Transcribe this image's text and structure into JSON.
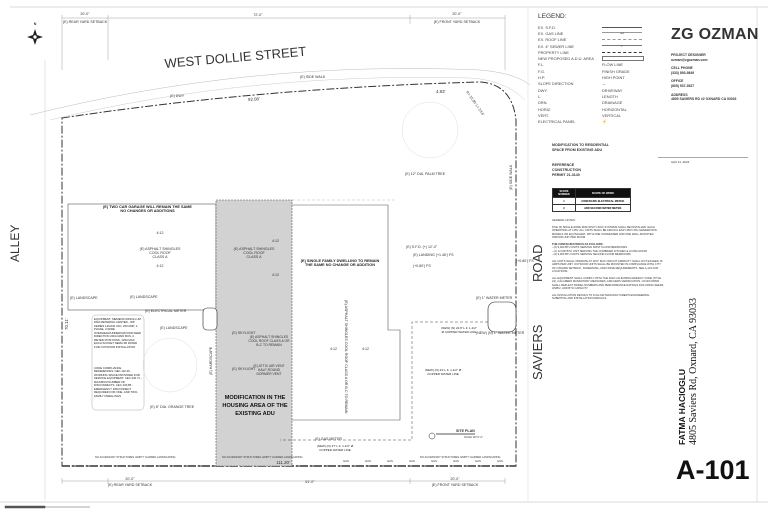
{
  "sheet": {
    "street_top": "WEST   DOLLIE   STREET",
    "street_right_1": "SAVIERS",
    "street_right_2": "ROAD",
    "alley": "ALLEY",
    "north": "N",
    "dims": {
      "top_total": "72'-0\"",
      "front_line": "92.08'",
      "corner": "4.83'",
      "curve": "R= 15.00' L= 23.6'",
      "left": "70.11'",
      "bottom": "111.20'",
      "bottom_total": "61'-0\"",
      "rear_setback": "20'-0\"",
      "front_setback": "20'-0\""
    },
    "labels": {
      "rear_setback": "(E) REAR YARD SETBACK",
      "front_setback": "(E) FRONT YARD SETBACK",
      "sidewalk": "(E) SIDE WALK",
      "sidewalk_right": "(E) SIDE WALK",
      "dwy": "(E) DWY",
      "garage_note": "(E) TWO CAR GARAGE WILL REMAIN THE SAME NO CHANGES OR ADDITIONS",
      "asphalt_1": "(E) ASPHALT SHINGLES",
      "cool_roof": "COOL ROOF",
      "class_a": "CLASS A",
      "slope": "4:12",
      "landscape": "(E) LANDSCAPE",
      "electrical_meter": "(E) ELECTRICAL METER",
      "sfd_note": "(E) SINGLE FAMILY DWELLING TO REMAIN THE SAME NO CHANGE OR ADDITION",
      "sfd_roof": "(E) ASPHALT SHINGLES COOL ROOF CLASS A OR B-C TO REMAIN",
      "skylight": "(E) SKYLIGHT",
      "attic_vent": "(E) ATTIC AIR VENT HALF-ROUND DORMER VENT",
      "adu_roof": "(E) ASPHALT SHINGLES COOL ROOF CLASS A OR B-C TO REMAIN",
      "modification": "MODIFICATION IN THE HOUSING AREA OF THE EXISTING ADU",
      "hardscape": "(E) HARDSCAPE",
      "orange_tree": "(E) 8\" DIA. ORANGE TREE",
      "palm_tree": "(E) 12\" DIA. PALM TREE",
      "sfd_ff": "(E) S.F.D. (+) 12'-0\"",
      "landing": "(E) LANDING (+1.46') FS",
      "fs": "(+0.80') FS",
      "water_meter_e": "(E) 1\" WATER METER",
      "water_meter_new": "(NEW) (N) 1\" WATER METER",
      "water_line_1": "(NEW) (N) 22.8' L.F. 1-1/2\" Ø COPPER WATER LINE",
      "water_line_2": "(NEW) (N) 24' L.F. 1-1/2\" Ø COPPER WATER LINE",
      "water_line_3": "(NEW) (N) 37' L.F. 1-1/2\" Ø COPPER WATER LINE",
      "gas_meter": "(E) GAS METER",
      "gas": "GAS",
      "site_plan": "SITE PLAN",
      "scale": "SCALE 1/8\"=1'-0\"",
      "accessory": "NO ACCESSORY STRUCTURES. EMPTY GARDEN LANDSCAPING",
      "equipment": "EQUIPMENT: SIEMENS WP2211 UM PAM METERING CENTER - WP SERIES 120/240 VAC, 200 AMP, 1-PHASE, 3-WIRE OVERHEAD/UNDERGROUND FEED DIRECTION 200A MAIN BUS, 2 METER POSITIONS, 125A MAX EACH SOCKET NEMA 3R RATED FOR OUTDOOR INSTALLATION",
      "code": "CODE COMPLIANCE REFERENCES: NEC 110.26 - WORKING SPACE PROVIDED FOR SERVICE EQUIPMENT. CEC 230.71 - MAXIMUM NUMBER OF DISCONNECTS. CEC 230.85 - EMERGENCY DISCONNECT REQUIRED FOR ONE- AND TWO-FAMILY DWELLINGS"
    }
  },
  "legend": {
    "title": "LEGEND:",
    "items": [
      {
        "label": "EX. S.F.D.",
        "symbol": ""
      },
      {
        "label": "EX. GAS LINE",
        "symbol": "GAS"
      },
      {
        "label": "EX. ROOF LINE",
        "symbol": ""
      },
      {
        "label": "EX. 4\" SEWER LINE",
        "symbol": "4\""
      },
      {
        "label": "PROPERTY LINE",
        "symbol": ""
      },
      {
        "label": "NEW PROPOSED A.D.U. AREA",
        "symbol": ""
      },
      {
        "label": "F.L.",
        "symbol": "FLOW LINE"
      },
      {
        "label": "F.G.",
        "symbol": "FINISH GRADE"
      },
      {
        "label": "H.P.",
        "symbol": "HIGH POINT"
      },
      {
        "label": "SLOPE DIRECTION",
        "symbol": "→"
      },
      {
        "label": "DWY.",
        "symbol": "DRIVEWAY"
      },
      {
        "label": "L.",
        "symbol": "LENGTH"
      },
      {
        "label": "DRN.",
        "symbol": "DRAINAGE"
      },
      {
        "label": "HORIZ.",
        "symbol": "HORIZONTAL"
      },
      {
        "label": "VERT.",
        "symbol": "VERTICAL"
      },
      {
        "label": "ELECTRICAL PANEL",
        "symbol": "⚡"
      }
    ]
  },
  "title_block": {
    "firm": "ZG OZMAN",
    "designer_label": "PROJECT DESIGNER",
    "designer_email": "ozman@zgozman.com",
    "cell_label": "CELL PHONE",
    "cell": "(333) 893-9849",
    "office_label": "OFFICE",
    "office": "(805) 537-3527",
    "address_label": "ADDRESS",
    "address": "4805 SAVIERS RD #2 OXNARD CA 93033",
    "date": "April 11, 2024",
    "scope_title": "MODIFICATION TO RESIDENTIAL SPACE FROM EXISTING ADU",
    "reference": "REFERENCE CONSTRUCTION PERMIT 21-3140",
    "scope_table": {
      "headers": [
        "SCOPE NUMBER",
        "SCOPE OF WORK"
      ],
      "rows": [
        [
          "1",
          "CONFIGURE ELECTRICAL METER."
        ],
        [
          "2",
          "ADD SECOND WATER METER."
        ]
      ]
    },
    "notes_title": "GENERAL NOTES:",
    "notes": [
      "FIVE (5) SINGLE-ZONE MINI-SPLIT HVAC SYSTEMS SHALL BE INSTALLED, EACH OPERATING AT 115V. ALL UNITS SHALL BE ARCOOL EASY-PRO 4TH GENERATION MODELS OR EQUIVALENT, WITH ONE CONDENSER AND ONE WALL-MOUNTED INDOOR UNIT PER ROOM.",
      "THE CONFIGURATION IS AS FOLLOWS:",
      "- (2) 9,000 BTU UNITS SERVING FIRST FLOOR BEDROOMS",
      "- (1) 12,000 BTU UNIT SERVING THE COMBINED KITCHEN & LIVING ROOM",
      "- (2) 9,000 BTU UNITS SERVING SECOND FLOOR BEDROOMS",
      "ALL UNITS SHALL OPERATE AT 115V. MAX CIRCUIT AMPACITY SHALL NOT EXCEED 15 AMPS PER UNIT. OUTDOOR UNITS SHALL BE MOUNTED IN COMPLIANCE WITH CITY OF OXNARD SETBACK, SCREENING, AND NOISE REQUIREMENTS. SEE A-101 FOR LOCATIONS.",
      "ALL EQUIPMENT SHALL COMPLY WITH THE 2022 CALIFORNIA ENERGY CODE (TITLE 24), CALGREEN MANDATORY MEASURES, AND HERS VERIFICATION. CF1R FORMS SHALL REFLECT MODEL NUMBERS AND PERFORMANCE RATINGS INCLUDING SEER2, HSPF2, AND BTU CAPACITY.",
      "ALL INSTALLATION DETAILS TO FOLLOW MANUFACTURER'S ENGINEERING SUBMITTAL AND INSTALLATION MANUALS."
    ],
    "owner": "FATMA HACIOGLU",
    "project_address": "4805 Saviers Rd, Oxnard, CA 93033",
    "sheet_number": "A-101"
  }
}
